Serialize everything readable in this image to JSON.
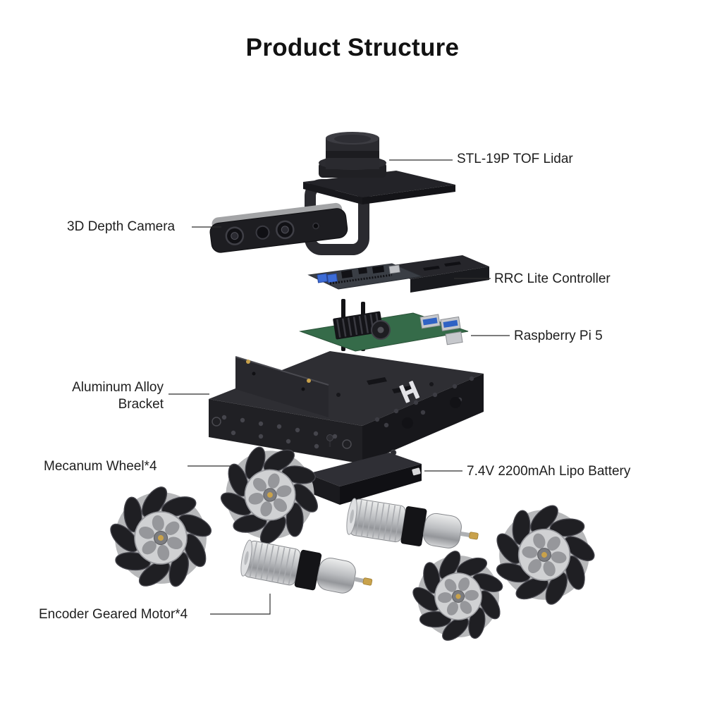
{
  "title": "Product Structure",
  "labels": {
    "lidar": "STL-19P TOF Lidar",
    "depth_camera": "3D Depth Camera",
    "controller": "RRC Lite Controller",
    "raspberry_pi": "Raspberry Pi 5",
    "bracket": "Aluminum Alloy Bracket",
    "mecanum_wheel": "Mecanum Wheel*4",
    "battery": "7.4V 2200mAh Lipo Battery",
    "motor": "Encoder Geared Motor*4"
  },
  "style": {
    "background": "#ffffff",
    "text_color": "#1e1e1e",
    "leader_line_color": "#2f2f2f"
  }
}
